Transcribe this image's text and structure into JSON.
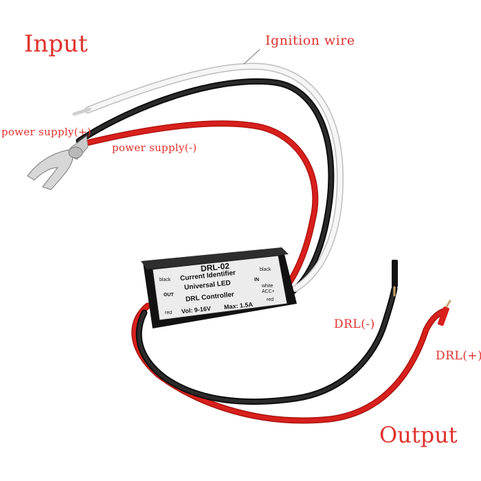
{
  "labels": {
    "input": "Input",
    "ignition_wire": "Ignition wire",
    "power_supply_plus": "power supply(+)",
    "power_supply_minus": "power supply(-)",
    "drl_minus": "DRL(-)",
    "drl_plus": "DRL(+)",
    "output": "Output"
  },
  "module": {
    "model": "DRL-02",
    "line1": "Current Identifier",
    "line2": "Universal LED",
    "line3": "DRL Controller",
    "voltage": "Vol: 9-16V",
    "max_current": "Max: 1.5A",
    "out_label": "OUT",
    "in_label": "IN",
    "black_left": "black",
    "red_left": "red",
    "black_right": "black",
    "white_right": "white",
    "acc_right": "ACC+",
    "red_right": "red"
  },
  "colors": {
    "annotation": "#e0312c",
    "wire_red": "#d8201c",
    "wire_black": "#1a1a1a",
    "wire_white": "#f4f4f4",
    "module_body": "#1c1c1c",
    "module_label": "#efefef"
  }
}
